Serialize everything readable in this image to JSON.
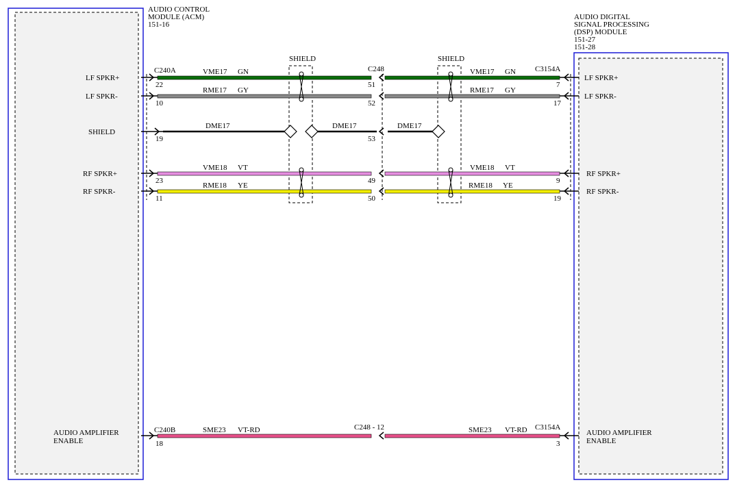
{
  "modules": {
    "left": {
      "title": "AUDIO CONTROL\nMODULE (ACM)\n151-16"
    },
    "right": {
      "title": "AUDIO DIGITAL\nSIGNAL PROCESSING\n(DSP) MODULE\n151-27\n151-28"
    }
  },
  "signals": {
    "lf_pos": "LF SPKR+",
    "lf_neg": "LF SPKR-",
    "shield": "SHIELD",
    "rf_pos": "RF SPKR+",
    "rf_neg": "RF SPKR-",
    "amp_en": "AUDIO AMPLIFIER\nENABLE"
  },
  "connectors": {
    "c240a": "C240A",
    "c248": "C248",
    "c3154a_top": "C3154A",
    "c240b": "C240B",
    "c248_12": "C248 - 12",
    "c3154a_bottom": "C3154A"
  },
  "shield_labels": {
    "left": "SHIELD",
    "right": "SHIELD"
  },
  "wires": {
    "vme17": {
      "circuit": "VME17",
      "color_code": "GN",
      "color": "#0a6e0a",
      "pins": {
        "acm": "22",
        "c248": "51",
        "dsp": "7"
      }
    },
    "rme17": {
      "circuit": "RME17",
      "color_code": "GY",
      "color": "#8a8a8a",
      "pins": {
        "acm": "10",
        "c248": "52",
        "dsp": "17"
      }
    },
    "dme17": {
      "circuit": "DME17",
      "color": "#000000",
      "pins": {
        "acm": "19",
        "c248": "53"
      }
    },
    "vme18": {
      "circuit": "VME18",
      "color_code": "VT",
      "color": "#e68ee0",
      "pins": {
        "acm": "23",
        "c248": "49",
        "dsp": "9"
      }
    },
    "rme18": {
      "circuit": "RME18",
      "color_code": "YE",
      "color": "#f2ee00",
      "pins": {
        "acm": "11",
        "c248": "50",
        "dsp": "19"
      }
    },
    "sme23": {
      "circuit": "SME23",
      "color_code": "VT-RD",
      "color": "#e8508a",
      "pins": {
        "acm": "18",
        "dsp": "3"
      }
    }
  }
}
